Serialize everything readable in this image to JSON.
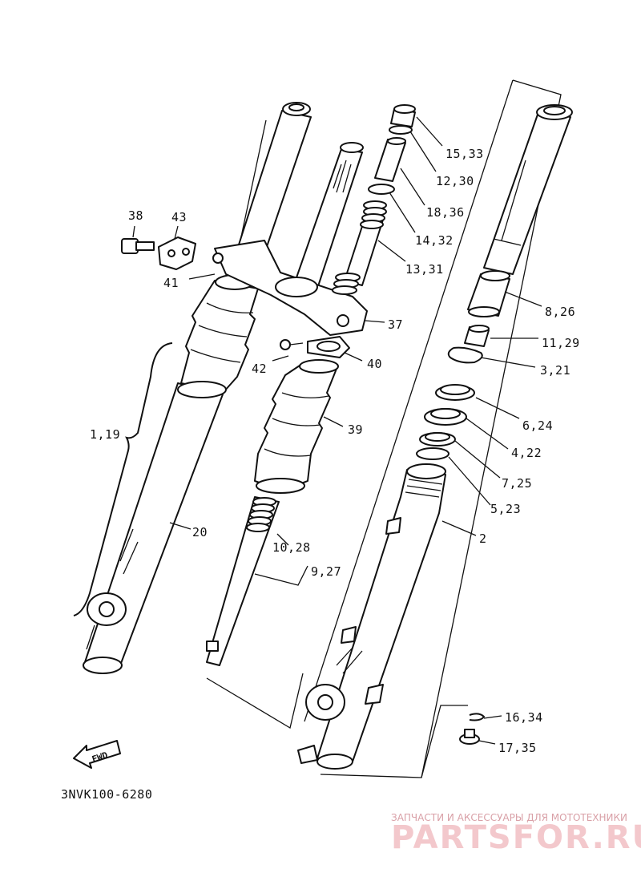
{
  "diagram": {
    "code": "3NVK100-6280",
    "fwd_label": "FWD",
    "labels": {
      "p15_33": "15,33",
      "p12_30": "12,30",
      "p18_36": "18,36",
      "p14_32": "14,32",
      "p13_31": "13,31",
      "p38": "38",
      "p43": "43",
      "p41": "41",
      "p37": "37",
      "p8_26": "8,26",
      "p11_29": "11,29",
      "p3_21": "3,21",
      "p42": "42",
      "p40": "40",
      "p6_24": "6,24",
      "p1_19": "1,19",
      "p39": "39",
      "p4_22": "4,22",
      "p7_25": "7,25",
      "p5_23": "5,23",
      "p2": "2",
      "p20": "20",
      "p10_28": "10,28",
      "p9_27": "9,27",
      "p16_34": "16,34",
      "p17_35": "17,35"
    }
  },
  "watermark": {
    "tagline": "ЗАПЧАСТИ И АКСЕССУАРЫ ДЛЯ МОТОТЕХНИКИ",
    "logo": "PARTSFOR.RU",
    "color": "#f3c8cc"
  }
}
